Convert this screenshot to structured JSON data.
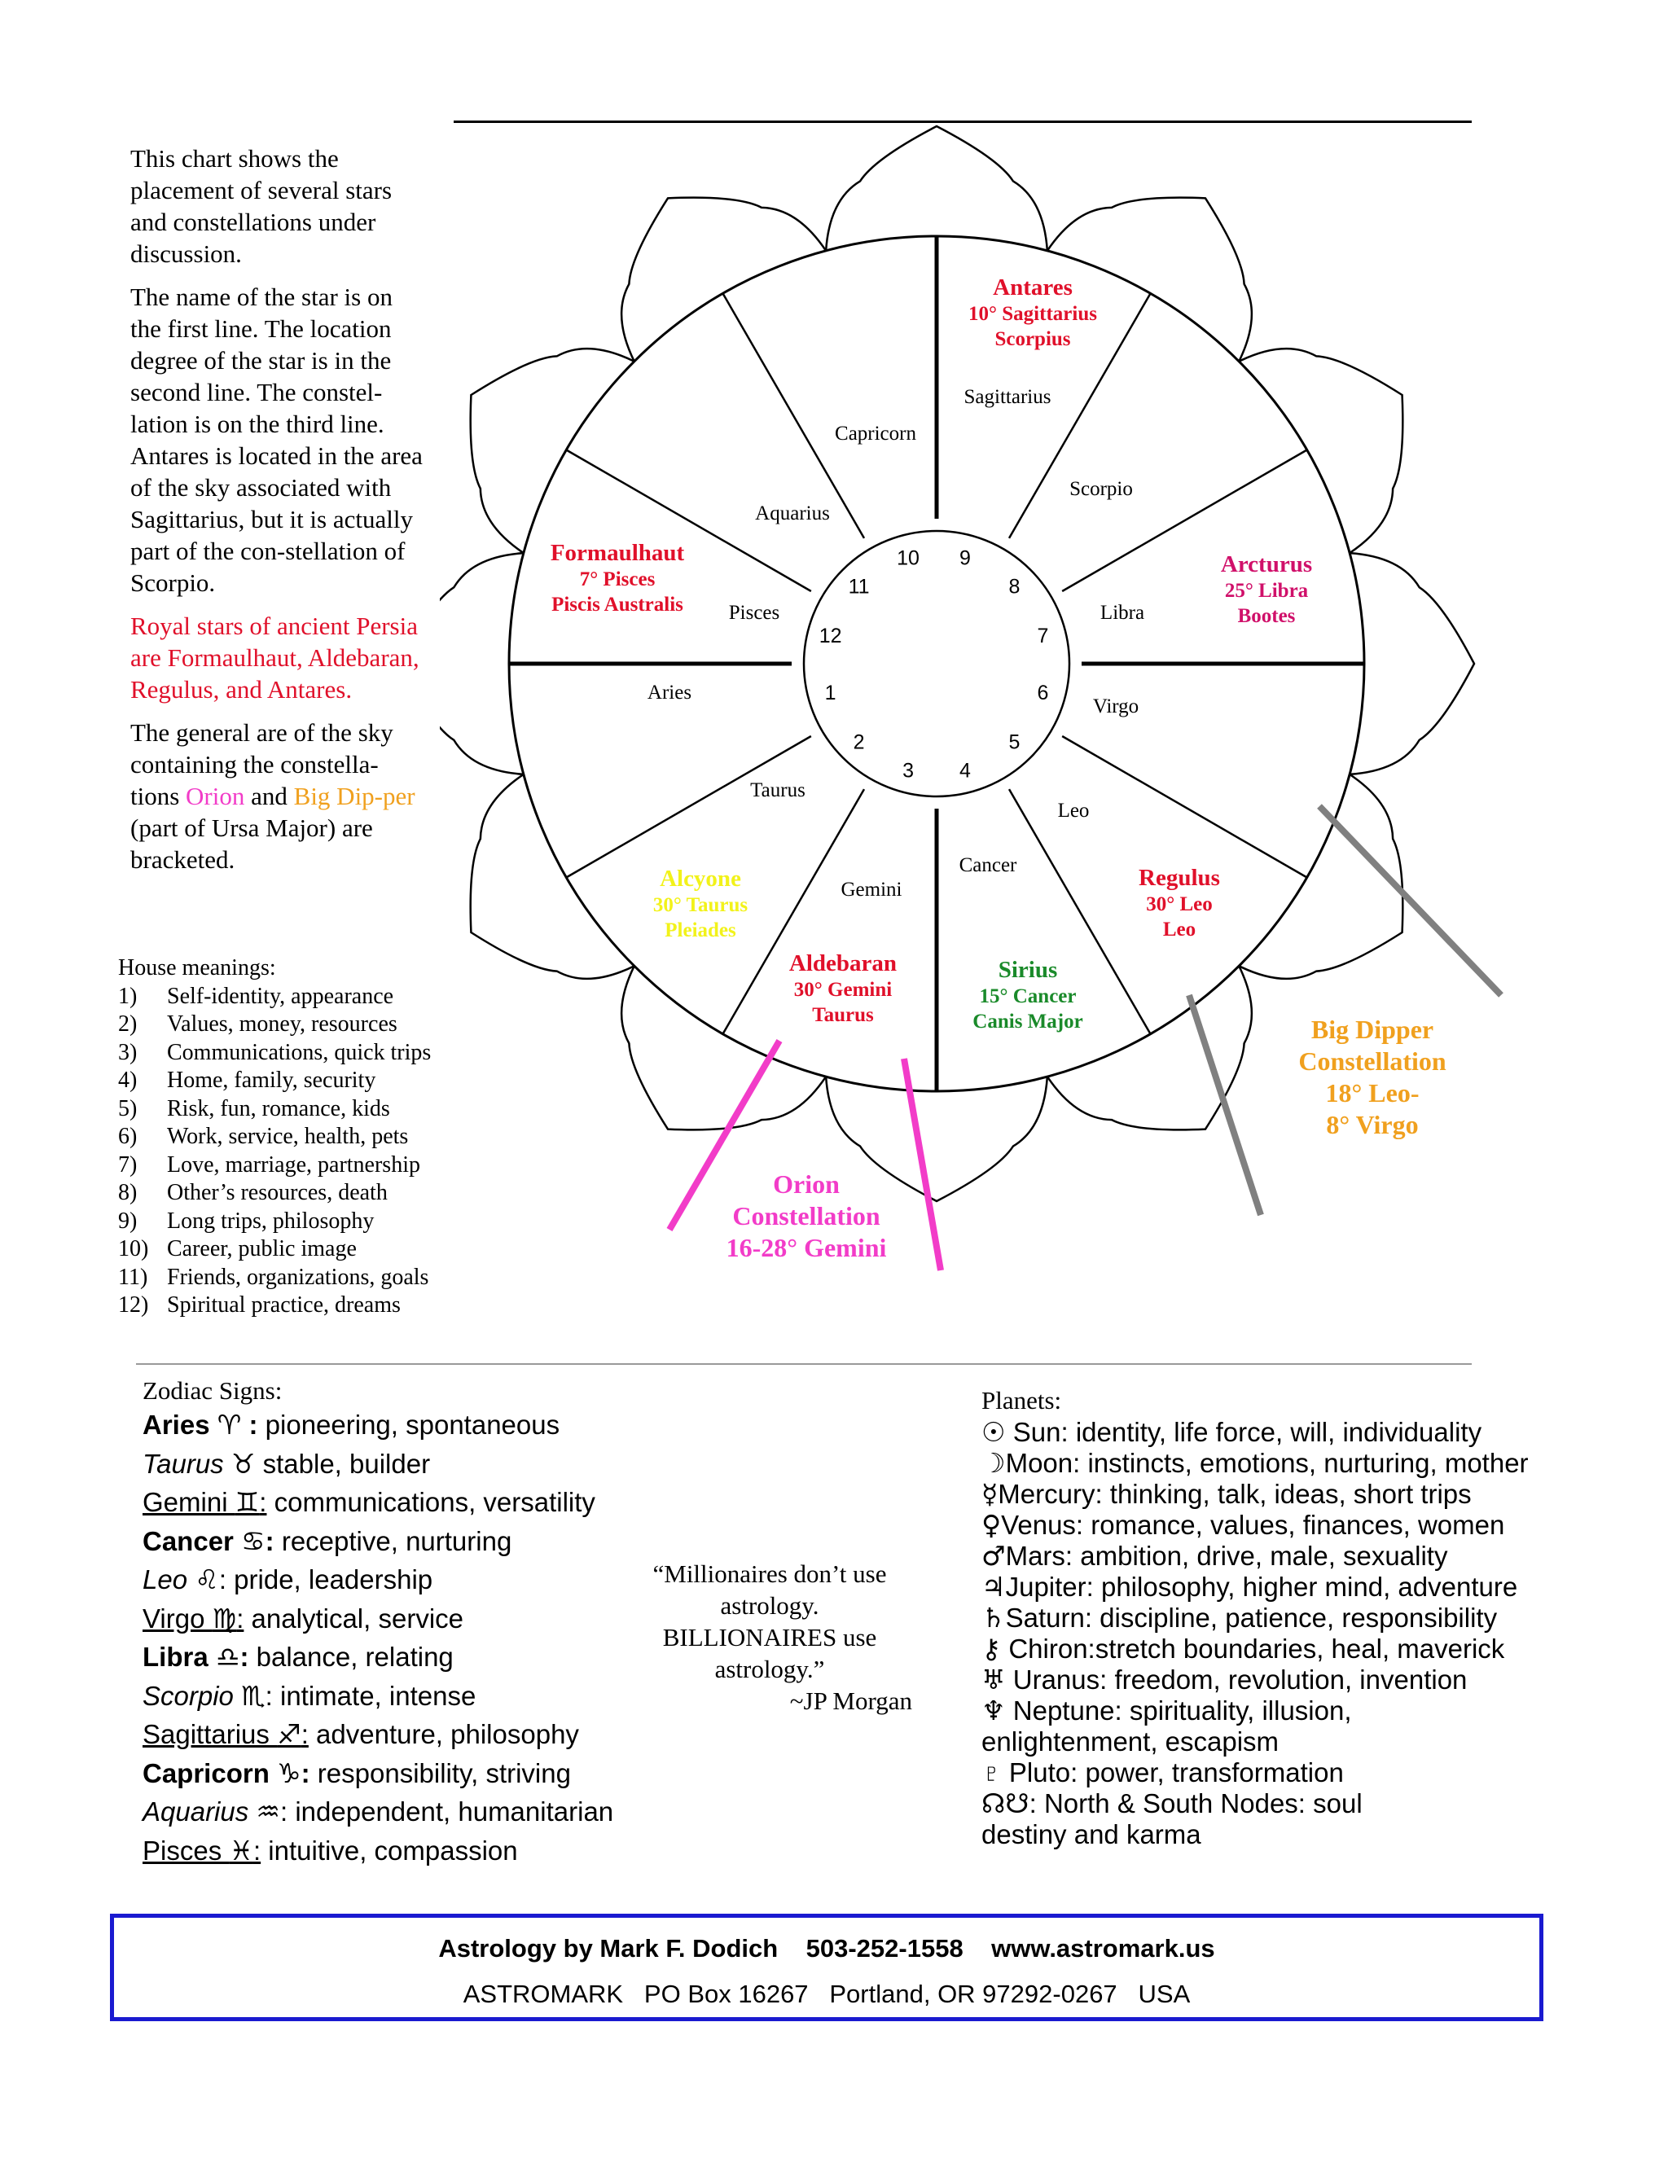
{
  "intro": {
    "p1": "This chart shows the placement of several stars and constellations under discussion.",
    "p2": "The name of the star is on the first line. The location degree of the star is in the second line. The constel-lation is on the third line. Antares is located in the area of the sky associated with Sagittarius, but it is actually part of the con-stellation of Scorpio.",
    "p3": "Royal stars of ancient Persia are Formaulhaut, Aldebaran, Regulus, and Antares.",
    "p4_a": "The general are of the sky containing the constella-tions ",
    "p4_orion": "Orion",
    "p4_and": " and ",
    "p4_dipper": "Big Dip-per",
    "p4_b": " (part of Ursa Major) are bracketed."
  },
  "houses": {
    "title": "House meanings:",
    "items": [
      {
        "num": "1)",
        "text": "Self-identity, appearance"
      },
      {
        "num": "2)",
        "text": "Values, money, resources"
      },
      {
        "num": "3)",
        "text": "Communications, quick trips"
      },
      {
        "num": "4)",
        "text": "Home, family, security"
      },
      {
        "num": "5)",
        "text": "Risk, fun, romance, kids"
      },
      {
        "num": "6)",
        "text": "Work, service, health, pets"
      },
      {
        "num": "7)",
        "text": "Love, marriage, partnership"
      },
      {
        "num": "8)",
        "text": "Other’s resources, death"
      },
      {
        "num": "9)",
        "text": "Long trips, philosophy"
      },
      {
        "num": "10)",
        "text": "Career, public image"
      },
      {
        "num": "11)",
        "text": "Friends, organizations, goals"
      },
      {
        "num": "12)",
        "text": "Spiritual practice, dreams"
      }
    ]
  },
  "wheel": {
    "house_numbers": [
      "1",
      "2",
      "3",
      "4",
      "5",
      "6",
      "7",
      "8",
      "9",
      "10",
      "11",
      "12"
    ],
    "signs": {
      "aries": "Aries",
      "taurus": "Taurus",
      "gemini": "Gemini",
      "cancer": "Cancer",
      "leo": "Leo",
      "virgo": "Virgo",
      "libra": "Libra",
      "scorpio": "Scorpio",
      "sagittarius": "Sagittarius",
      "capricorn": "Capricorn",
      "aquarius": "Aquarius",
      "pisces": "Pisces"
    },
    "stars": {
      "antares": [
        "Antares",
        "10° Sagittarius",
        "Scorpius"
      ],
      "arcturus": [
        "Arcturus",
        "25° Libra",
        "Bootes"
      ],
      "formaulhaut": [
        "Formaulhaut",
        "7° Pisces",
        "Piscis Australis"
      ],
      "regulus": [
        "Regulus",
        "30° Leo",
        "Leo"
      ],
      "sirius": [
        "Sirius",
        "15° Cancer",
        "Canis Major"
      ],
      "aldebaran": [
        "Aldebaran",
        "30° Gemini",
        "Taurus"
      ],
      "alcyone": [
        "Alcyone",
        "30° Taurus",
        "Pleiades"
      ]
    },
    "orion": [
      "Orion",
      "Constellation",
      "16-28° Gemini"
    ],
    "big_dipper": [
      "Big Dipper",
      "Constellation",
      "18° Leo-",
      "8° Virgo"
    ],
    "colors": {
      "royal_red": "#e0102a",
      "arcturus": "#d0106a",
      "sirius": "#1a8a2a",
      "alcyone": "#f2f21a",
      "orion": "#f23cc8",
      "dipper": "#f0a01e",
      "dipper_line": "#808080"
    }
  },
  "zodiac": {
    "title": "Zodiac Signs:",
    "items": [
      {
        "name": "Aries",
        "glyph": "♈",
        "desc": " : pioneering, spontaneous"
      },
      {
        "name": "Taurus",
        "glyph": "♉",
        "desc": " stable, builder"
      },
      {
        "name": "Gemini",
        "glyph": "♊",
        "desc": ": communications, versatility"
      },
      {
        "name": "Cancer",
        "glyph": "♋",
        "desc": ": receptive, nurturing"
      },
      {
        "name": "Leo",
        "glyph": "♌",
        "desc": ": pride, leadership"
      },
      {
        "name": "Virgo",
        "glyph": "♍",
        "desc": ": analytical, service"
      },
      {
        "name": "Libra",
        "glyph": "♎",
        "desc": ": balance, relating"
      },
      {
        "name": "Scorpio",
        "glyph": "♏",
        "desc": ": intimate, intense"
      },
      {
        "name": "Sagittarius",
        "glyph": "♐",
        "desc": ": adventure, philosophy"
      },
      {
        "name": "Capricorn",
        "glyph": "♑",
        "desc": ": responsibility, striving"
      },
      {
        "name": "Aquarius",
        "glyph": "♒",
        "desc": ": independent, humanitarian"
      },
      {
        "name": "Pisces",
        "glyph": "♓",
        "desc": ": intuitive, compassion"
      }
    ]
  },
  "quote": {
    "l1": "“Millionaires don’t use",
    "l2": "astrology.",
    "l3": "BILLIONAIRES use",
    "l4": "astrology.”",
    "l5": "~JP Morgan"
  },
  "planets": {
    "title": "Planets:",
    "items": [
      {
        "glyph": "☉",
        "text": " Sun: identity, life force, will, individuality"
      },
      {
        "glyph": "☽",
        "text": "Moon: instincts, emotions, nurturing, mother"
      },
      {
        "glyph": "☿",
        "text": "Mercury: thinking, talk, ideas, short trips"
      },
      {
        "glyph": "♀",
        "text": "Venus: romance, values, finances, women"
      },
      {
        "glyph": "♂",
        "text": "Mars: ambition, drive, male, sexuality"
      },
      {
        "glyph": "♃",
        "text": "Jupiter: philosophy, higher mind, adventure"
      },
      {
        "glyph": "♄",
        "text": "Saturn: discipline, patience, responsibility"
      },
      {
        "glyph": "⚷",
        "text": " Chiron:stretch boundaries, heal, maverick"
      },
      {
        "glyph": "♅",
        "text": " Uranus: freedom, revolution, invention"
      },
      {
        "glyph": "♆",
        "text": " Neptune: spirituality, illusion,"
      }
    ],
    "neptune_cont": "enlightenment, escapism",
    "pluto": {
      "glyph": "♇",
      "text": " Pluto: power, transformation"
    },
    "nodes": {
      "glyph": "☊☋",
      "text": ": North & South Nodes: soul"
    },
    "nodes_cont": "destiny and karma"
  },
  "footer": {
    "line1": "Astrology by Mark F. Dodich    503-252-1558    www.astromark.us",
    "line2": "ASTROMARK   PO Box 16267   Portland, OR 97292-0267   USA"
  }
}
